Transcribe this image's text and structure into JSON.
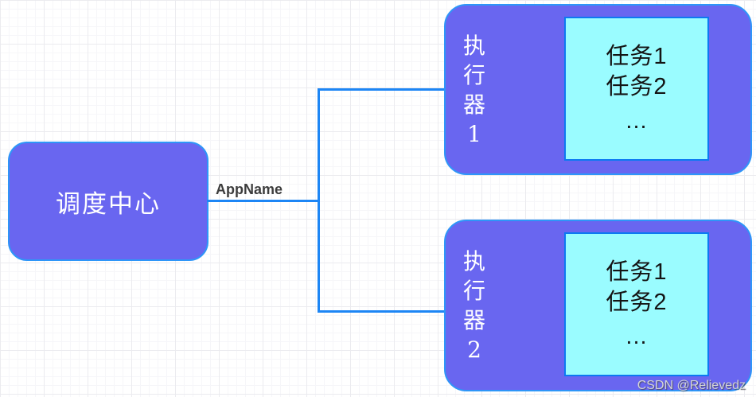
{
  "diagram": {
    "scheduler": {
      "label": "调度中心"
    },
    "connection": {
      "label": "AppName"
    },
    "executors": [
      {
        "name": "执行器1",
        "chars": [
          "执",
          "行",
          "器",
          "1"
        ],
        "tasks": [
          "任务1",
          "任务2",
          "..."
        ]
      },
      {
        "name": "执行器2",
        "chars": [
          "执",
          "行",
          "器",
          "2"
        ],
        "tasks": [
          "任务1",
          "任务2",
          "..."
        ]
      }
    ],
    "watermark": "CSDN @Relievedz",
    "colors": {
      "node_fill": "#6966F0",
      "node_border": "#2E96F8",
      "connector": "#1D86F5",
      "panel_fill": "#9AFCFF",
      "panel_border": "#0C79F2"
    }
  }
}
